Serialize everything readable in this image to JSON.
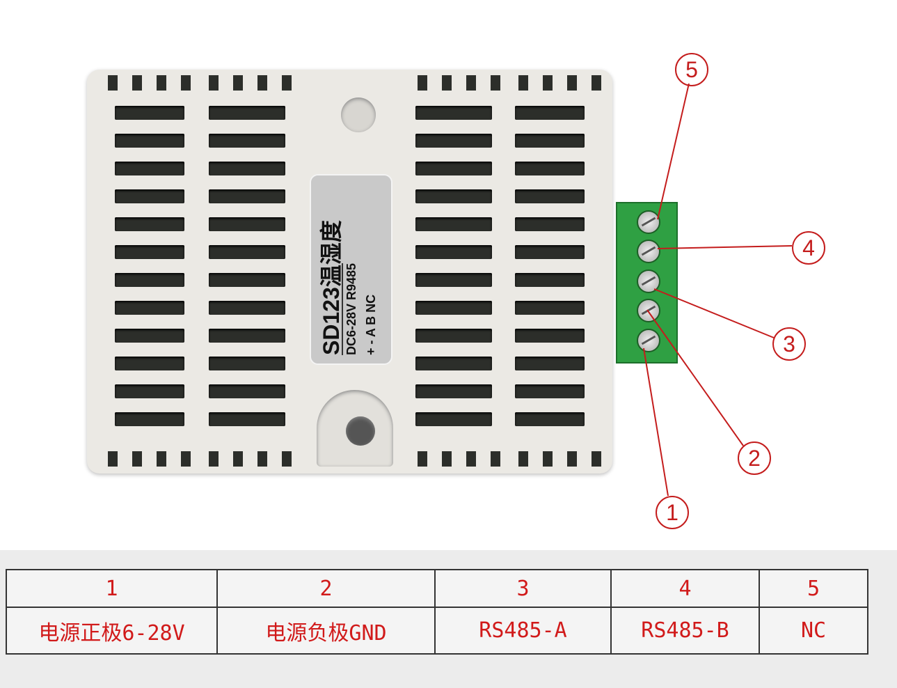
{
  "label": {
    "model": "SD123温湿度",
    "line2": "DC6-28V  R9485",
    "line3": "+   -   A   B   NC"
  },
  "callouts": [
    "5",
    "4",
    "3",
    "2",
    "1"
  ],
  "table": {
    "numbers": [
      "1",
      "2",
      "3",
      "4",
      "5"
    ],
    "functions": [
      "电源正极6-28V",
      "电源负极GND",
      "RS485-A",
      "RS485-B",
      "NC"
    ]
  },
  "colors": {
    "callout": "#c41c1c",
    "terminal": "#2fa043"
  }
}
